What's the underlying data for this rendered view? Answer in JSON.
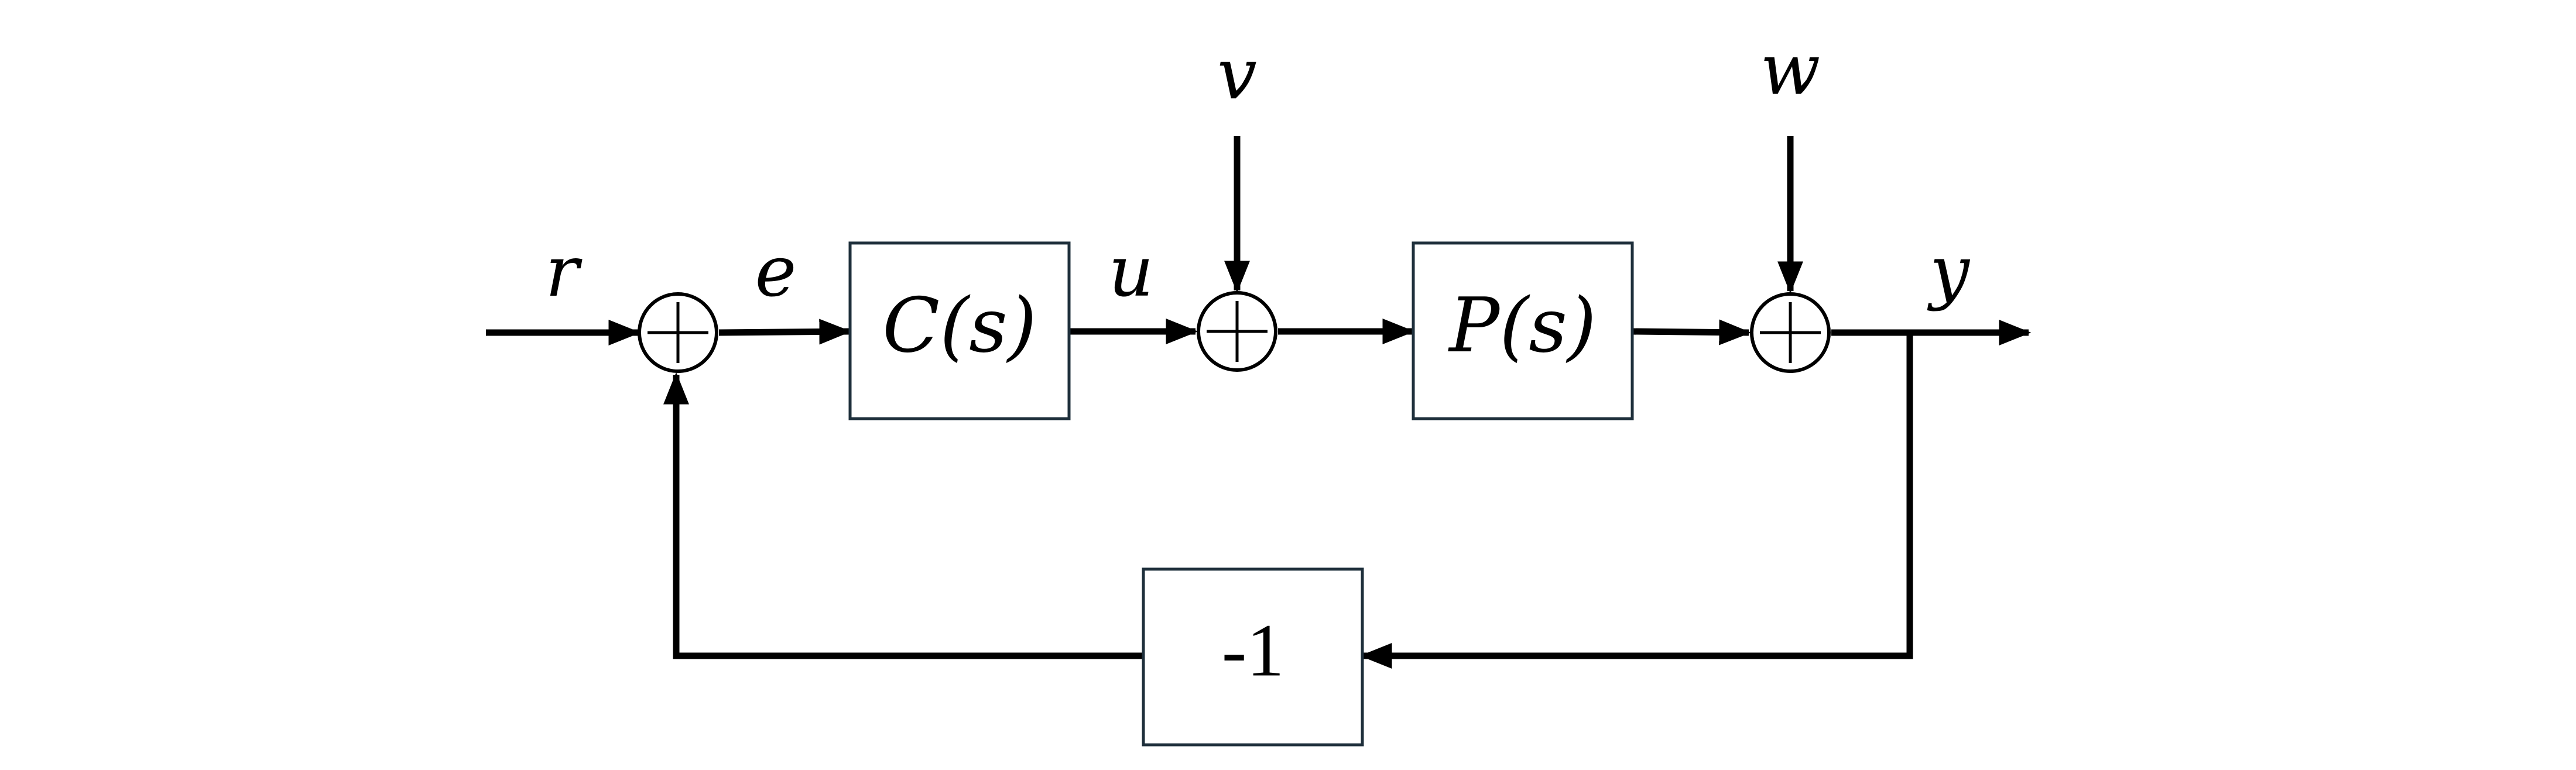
{
  "signals": {
    "r": "r",
    "e": "e",
    "u": "u",
    "v": "v",
    "w": "w",
    "y": "y"
  },
  "blocks": {
    "controller": "C(s)",
    "plant": "P(s)",
    "feedback_gain": "-1"
  },
  "colors": {
    "line": "#000000",
    "box_border": "#1e2f3b",
    "background": "#ffffff"
  }
}
